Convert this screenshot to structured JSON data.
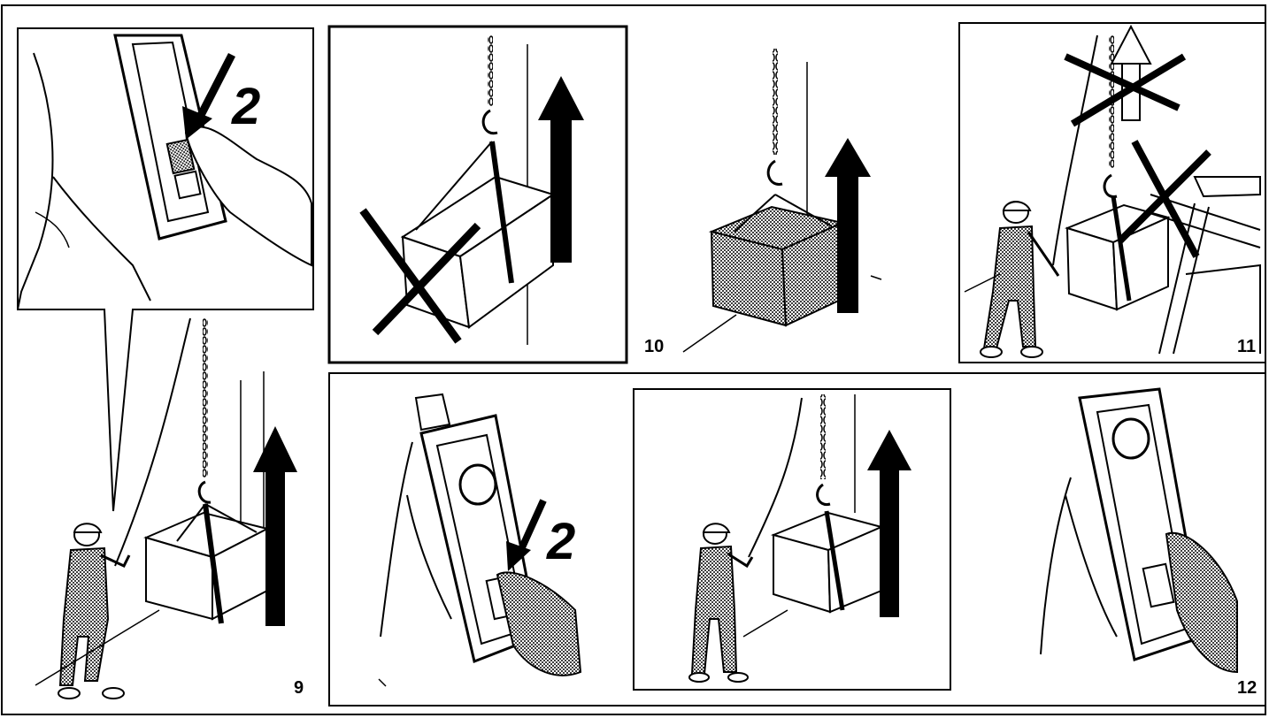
{
  "figures": {
    "fig9": {
      "label": "9"
    },
    "fig10": {
      "label": "10"
    },
    "fig11": {
      "label": "11"
    },
    "fig12": {
      "label": "12"
    }
  },
  "callouts": {
    "step_top": "2",
    "step_bottom": "2"
  },
  "icons": {
    "hook": "hook-icon",
    "arrow_up": "arrow-up-icon",
    "cross": "cross-mark-icon",
    "operator": "operator-icon",
    "pendant": "pendant-control-icon"
  },
  "colors": {
    "ink": "#000000",
    "paper": "#ffffff",
    "halftone": "#8a8a8a"
  }
}
